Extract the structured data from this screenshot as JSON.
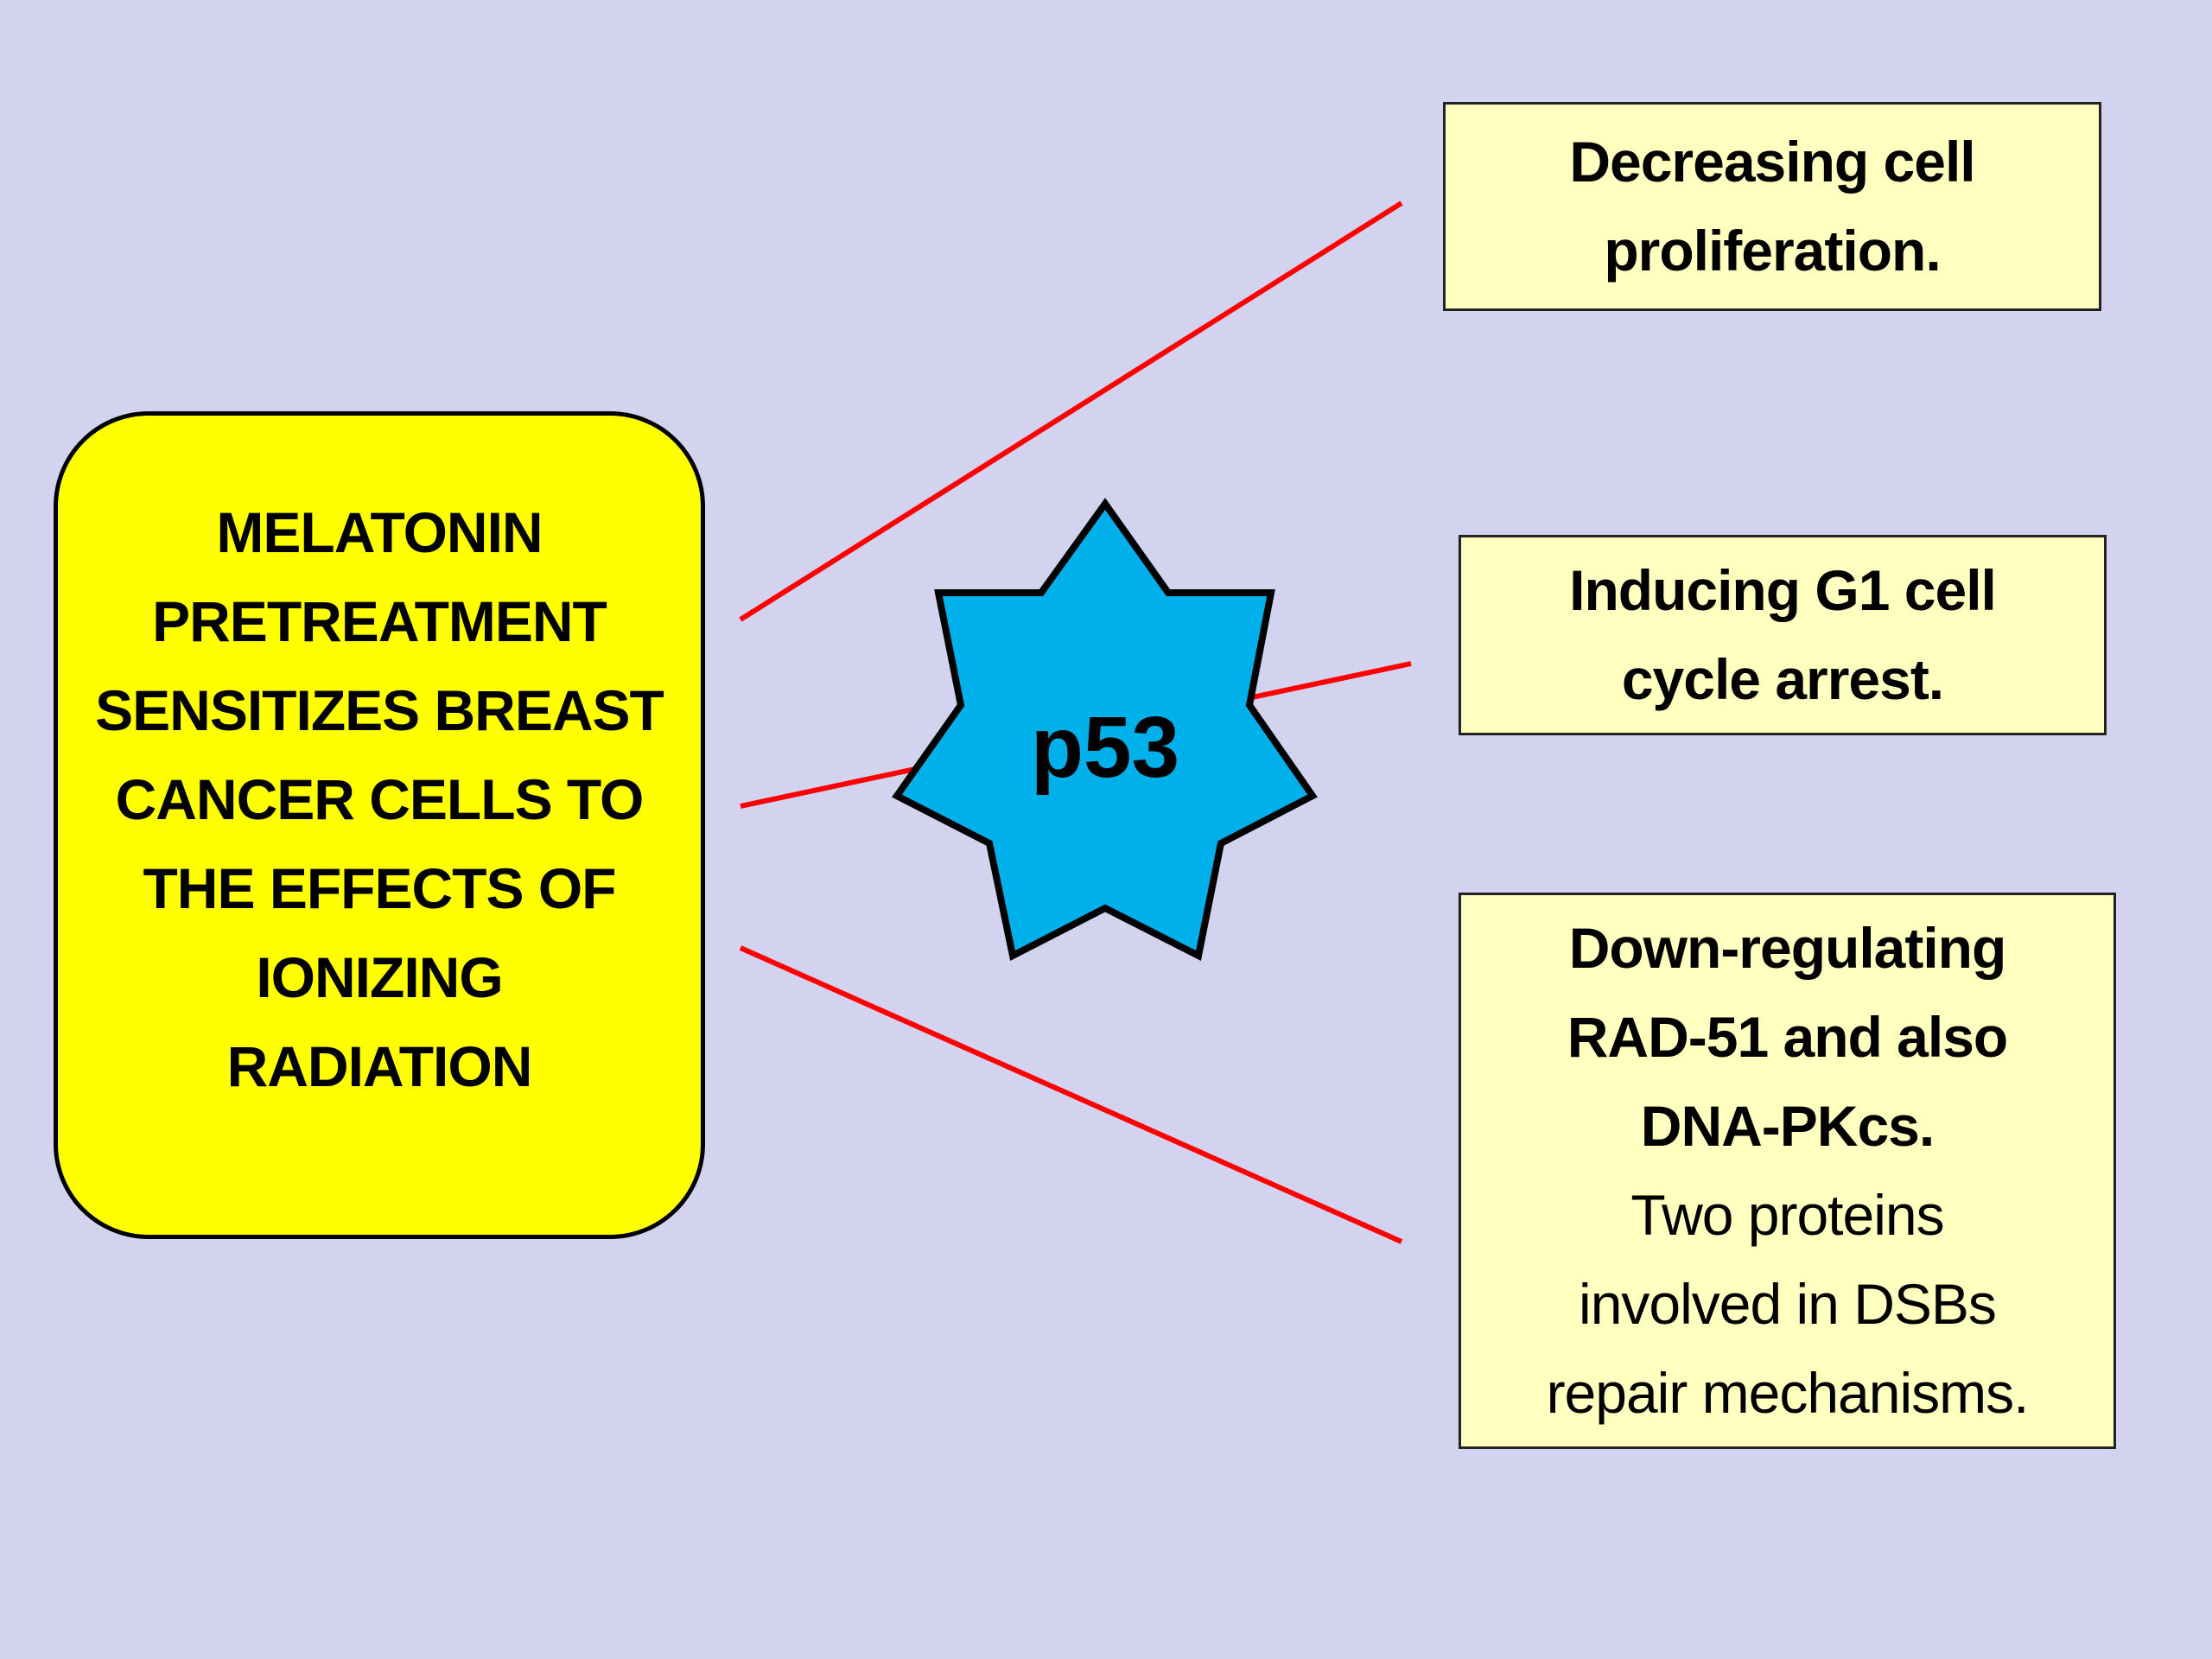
{
  "diagram": {
    "background_color": "#d3d3ef",
    "main_box": {
      "text": "MELATONIN\nPRETREATMENT\nSENSITIZES BREAST\nCANCER CELLS TO\nTHE EFFECTS OF\nIONIZING\nRADIATION",
      "fill_color": "#ffff00"
    },
    "hub": {
      "label": "p53",
      "shape": "seven-point-star",
      "fill_color": "#00b0eb"
    },
    "connector_color": "#ff0000",
    "outcomes": [
      {
        "title": "Decreasing cell\nproliferation.",
        "detail": null
      },
      {
        "title": "Inducing G1 cell\ncycle arrest.",
        "detail": null
      },
      {
        "title": "Down-regulating\nRAD-51 and also\nDNA-PKcs.",
        "detail": "Two proteins\ninvolved in  DSBs\nrepair mechanisms."
      }
    ],
    "outcome_fill_color": "#ffffc0"
  }
}
